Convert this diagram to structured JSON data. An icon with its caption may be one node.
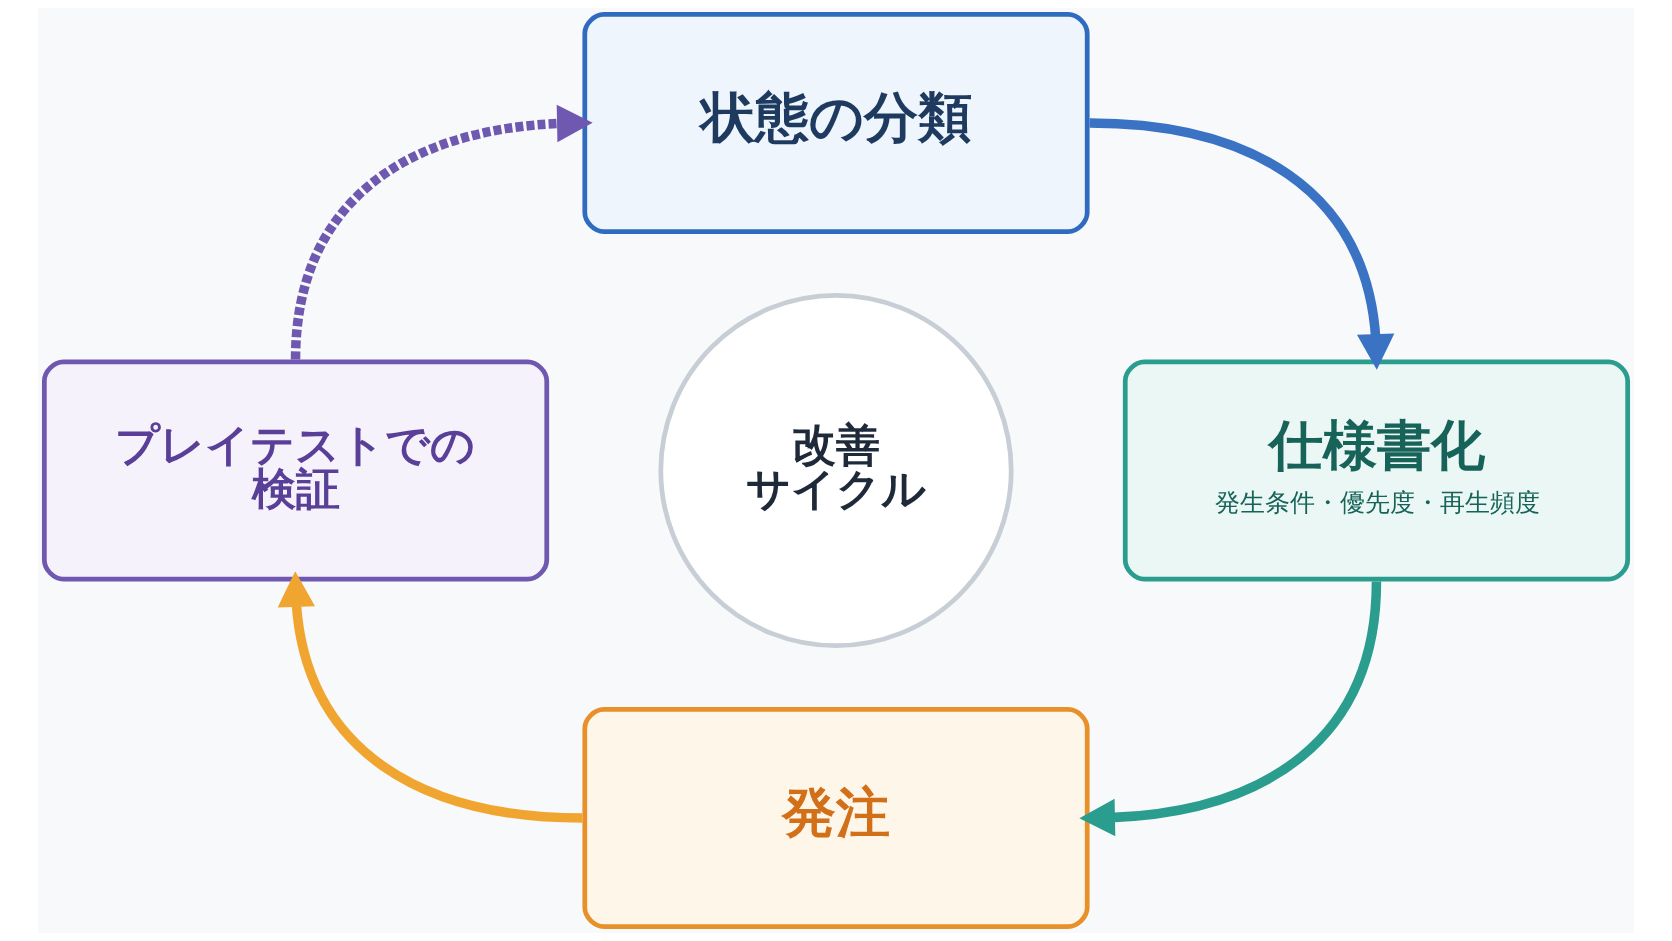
{
  "diagram": {
    "nodes": [
      {
        "text": [
          "状態の分類"
        ]
      },
      {
        "text": [
          "仕様書化",
          "発生条件・優先度・再生頻度"
        ]
      },
      {
        "text": [
          "発注"
        ]
      },
      {
        "text": [
          "プレイテストでの検証"
        ]
      },
      {
        "text": [
          "改善サイクル"
        ]
      }
    ],
    "edges": [
      {
        "from": 0,
        "to": 1,
        "arrow": "to",
        "color": "#3a72c4"
      },
      {
        "from": 1,
        "to": 2,
        "arrow": "to",
        "color": "#2a9d8f"
      },
      {
        "from": 2,
        "to": 3,
        "arrow": "to",
        "color": "#f0a530"
      },
      {
        "from": 3,
        "to": 0,
        "arrow": "to",
        "style": "dashed",
        "color": "#6f58b0"
      }
    ]
  }
}
